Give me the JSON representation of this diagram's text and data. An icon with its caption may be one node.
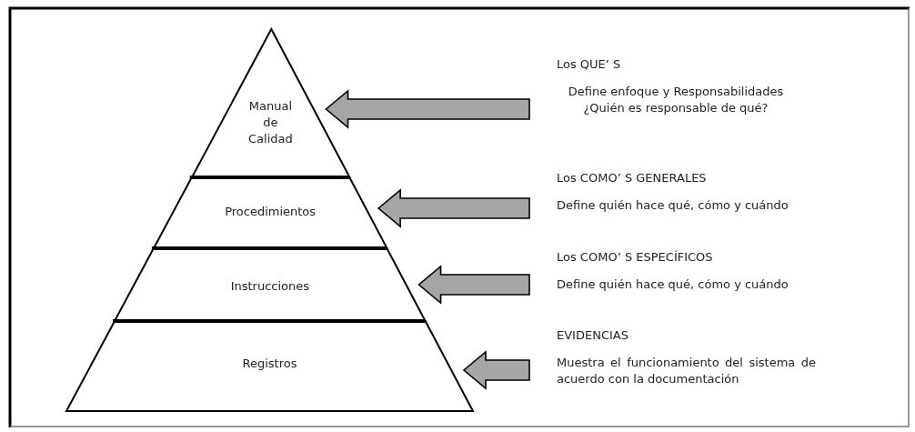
{
  "diagram": {
    "nodes": [
      {
        "text": [
          "Manual de Calidad"
        ]
      },
      {
        "text": [
          "Procedimientos"
        ]
      },
      {
        "text": [
          "Instrucciones"
        ]
      },
      {
        "text": [
          "Registros"
        ]
      },
      {
        "text": [
          "Los QUE’ S",
          "Define enfoque y Responsabilidades ¿Quién es responsable de qué?"
        ]
      },
      {
        "text": [
          "Los COMO’ S GENERALES",
          "Define quién hace qué, cómo y cuándo"
        ]
      },
      {
        "text": [
          "Los COMO’ S ESPECÍFICOS",
          "Define quién hace qué, cómo y cuándo"
        ]
      },
      {
        "text": [
          "EVIDENCIAS",
          "Muestra el funcionamiento del sistema de acuerdo con la documentación"
        ]
      }
    ],
    "edges": [
      {
        "from": 4,
        "to": 0,
        "arrow": "to"
      },
      {
        "from": 5,
        "to": 1,
        "arrow": "to"
      },
      {
        "from": 6,
        "to": 2,
        "arrow": "to"
      },
      {
        "from": 7,
        "to": 3,
        "arrow": "to"
      }
    ]
  }
}
